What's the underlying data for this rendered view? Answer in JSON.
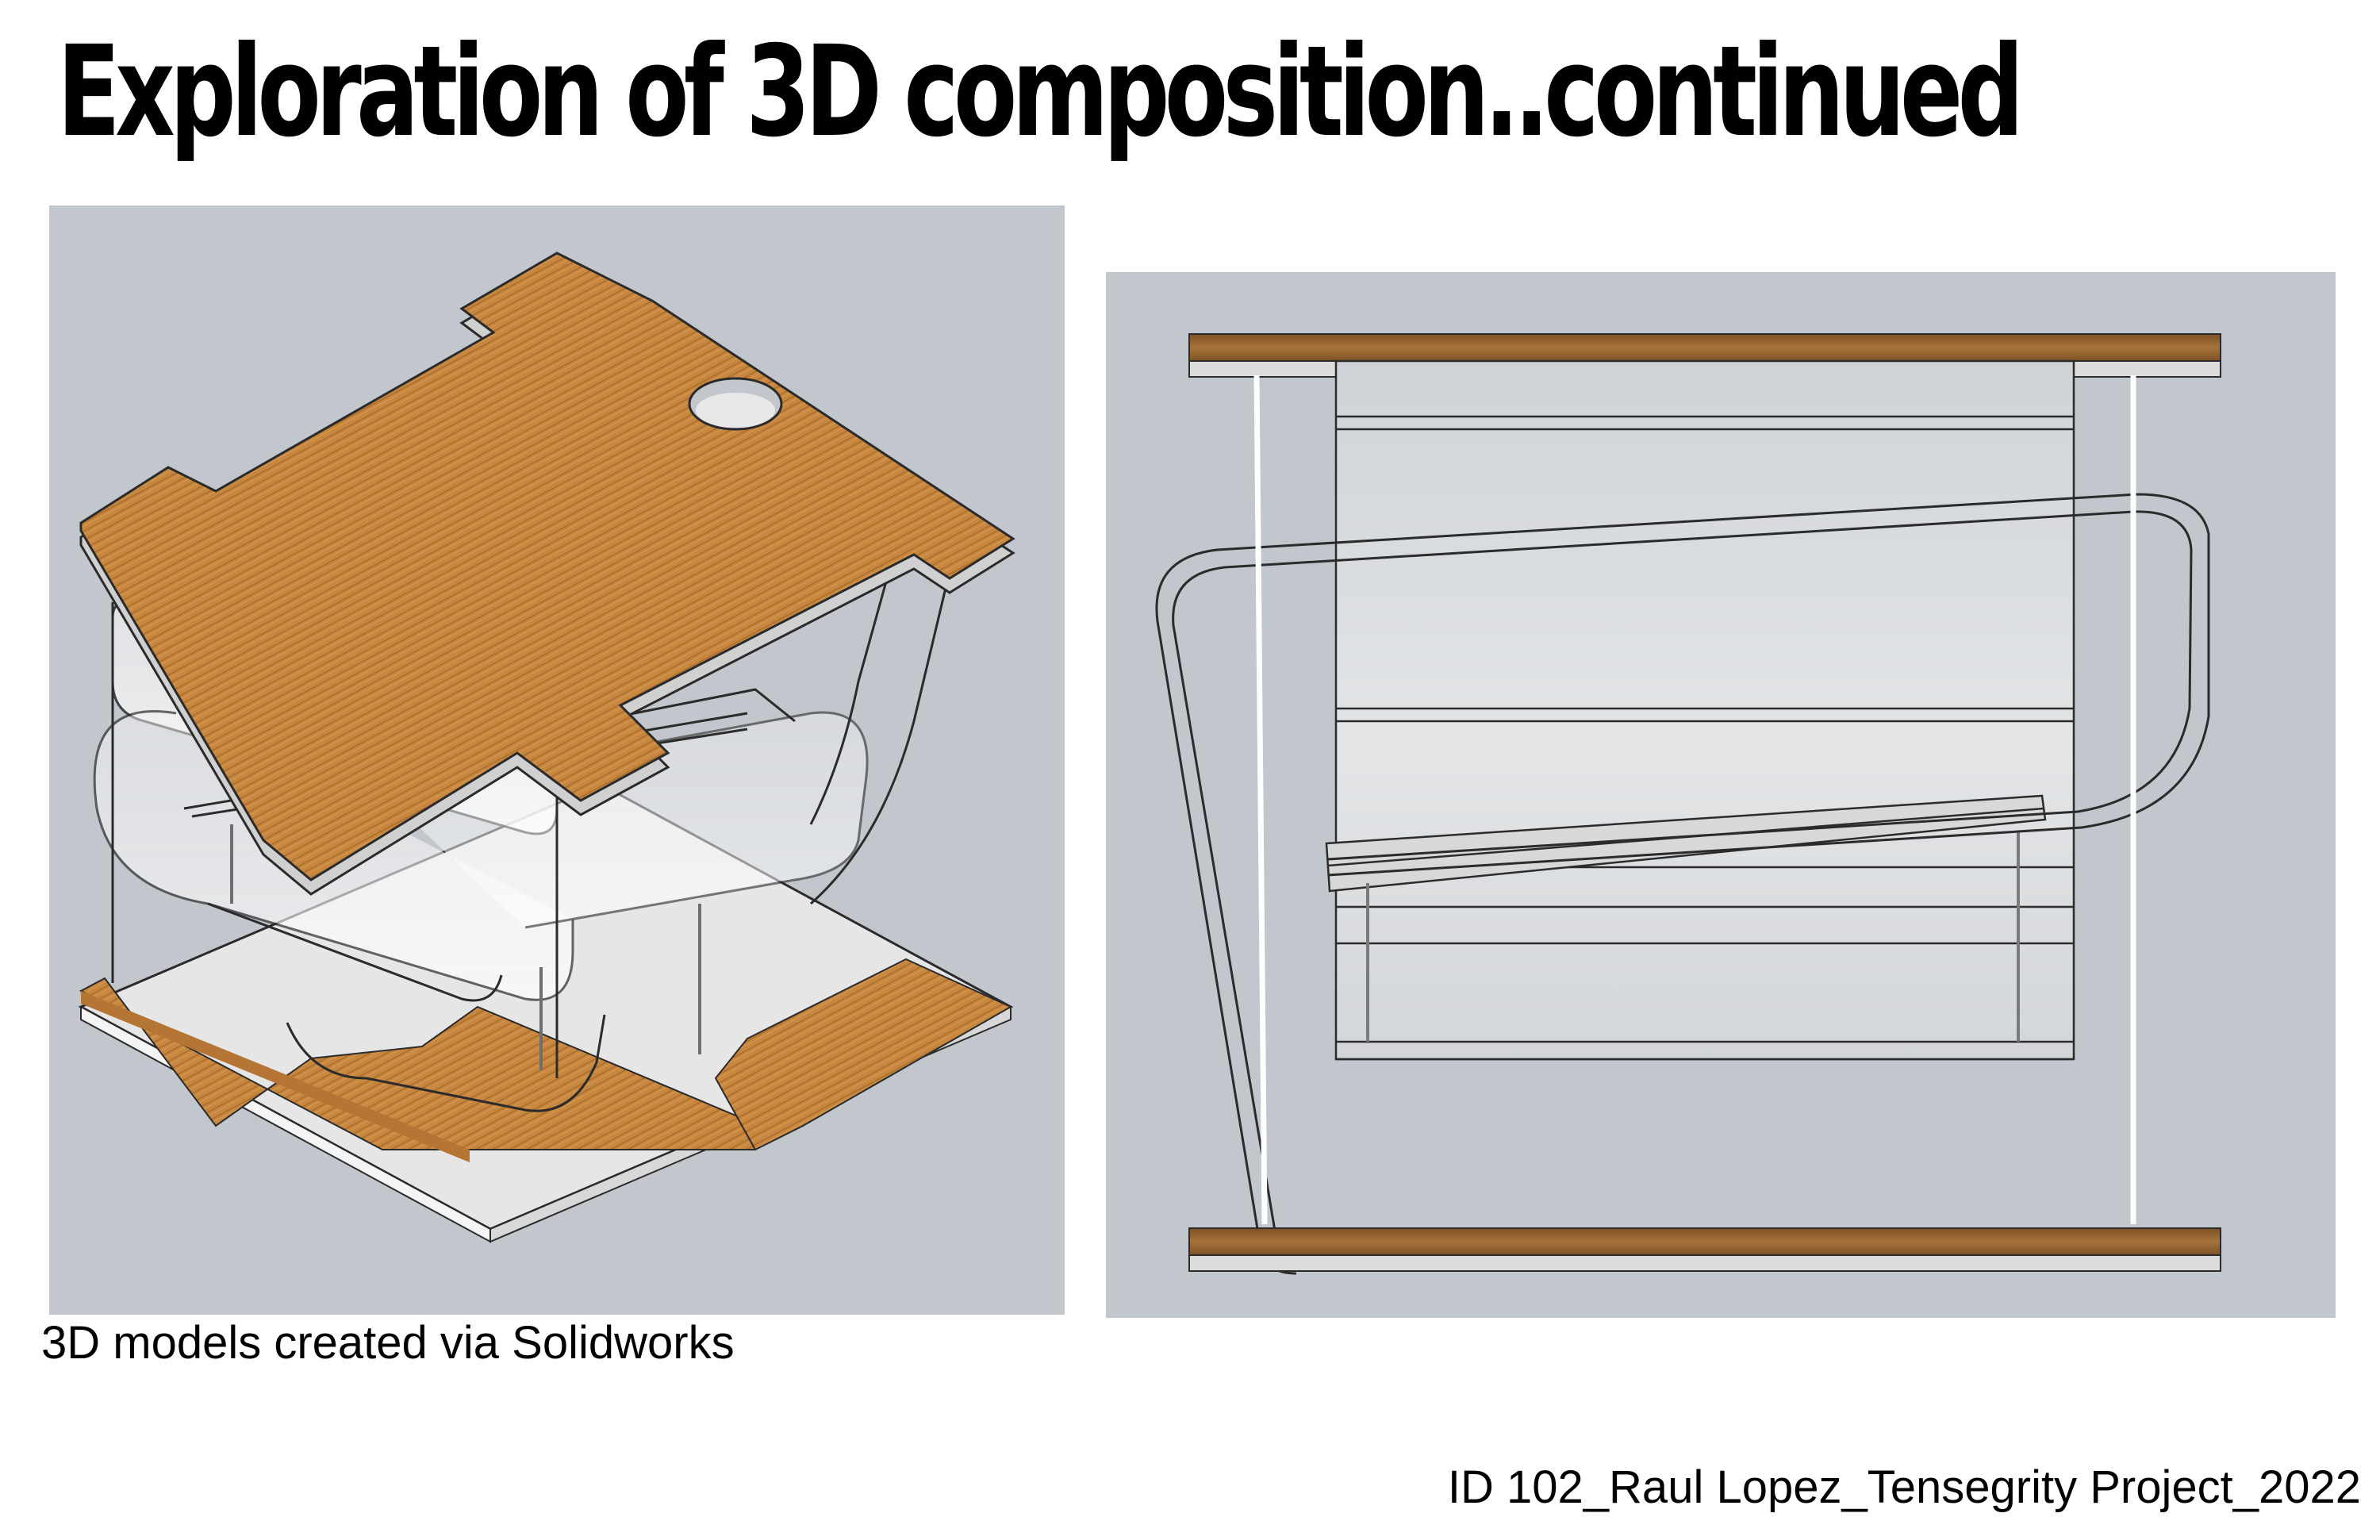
{
  "slide": {
    "title": "Exploration of 3D composition..continued",
    "caption": "3D models created via Solidworks",
    "footer": "ID 102_Raul Lopez_Tensegrity Project_2022"
  },
  "figures": {
    "left": {
      "icon": "isometric-tensegrity-model",
      "wood_color": "#c8873f"
    },
    "right": {
      "icon": "side-view-tensegrity-model",
      "wood_color": "#9c6a34"
    }
  },
  "colors": {
    "panel_background": "#c2c7cd",
    "outline": "#2b2b2b",
    "tension_cable": "#ffffff"
  }
}
